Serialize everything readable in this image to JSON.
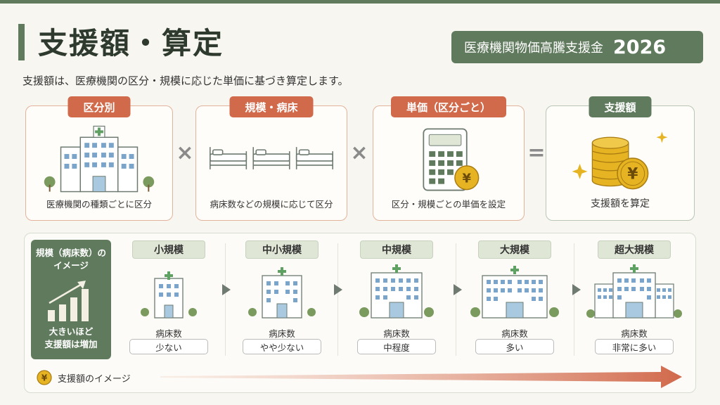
{
  "header": {
    "title": "支援額・算定",
    "badge_text": "医療機関物価高騰支援金",
    "badge_year": "2026",
    "subtitle": "支援額は、医療機関の区分・規模に応じた単価に基づき算定します。"
  },
  "formula": {
    "cards": [
      {
        "label": "区分別",
        "caption": "医療機関の種類ごとに区分",
        "icon": "hospital-icon"
      },
      {
        "label": "規模・病床",
        "caption": "病床数などの規模に応じて区分",
        "icon": "bed-icon"
      },
      {
        "label": "単価（区分ごと）",
        "caption": "区分・規模ごとの単価を設定",
        "icon": "calculator-icon"
      },
      {
        "label": "支援額",
        "caption": "支援額を算定",
        "icon": "yen-coins-icon"
      }
    ],
    "operators": [
      "×",
      "×",
      "="
    ]
  },
  "scale": {
    "side_top": [
      "規模（病床数）の",
      "イメージ"
    ],
    "side_bottom": [
      "大きいほど",
      "支援額は増加"
    ],
    "steps": [
      {
        "label": "小規模",
        "beds_label": "病床数",
        "value": "少ない"
      },
      {
        "label": "中小規模",
        "beds_label": "病床数",
        "value": "やや少ない"
      },
      {
        "label": "中規模",
        "beds_label": "病床数",
        "value": "中程度"
      },
      {
        "label": "大規模",
        "beds_label": "病床数",
        "value": "多い"
      },
      {
        "label": "超大規模",
        "beds_label": "病床数",
        "value": "非常に多い"
      }
    ],
    "legend_coin": "¥",
    "legend_text": "支援額のイメージ"
  },
  "colors": {
    "green": "#5f7a5c",
    "orange": "#d1694b",
    "gold": "#e6b422",
    "light_green": "#dfe6d6"
  }
}
